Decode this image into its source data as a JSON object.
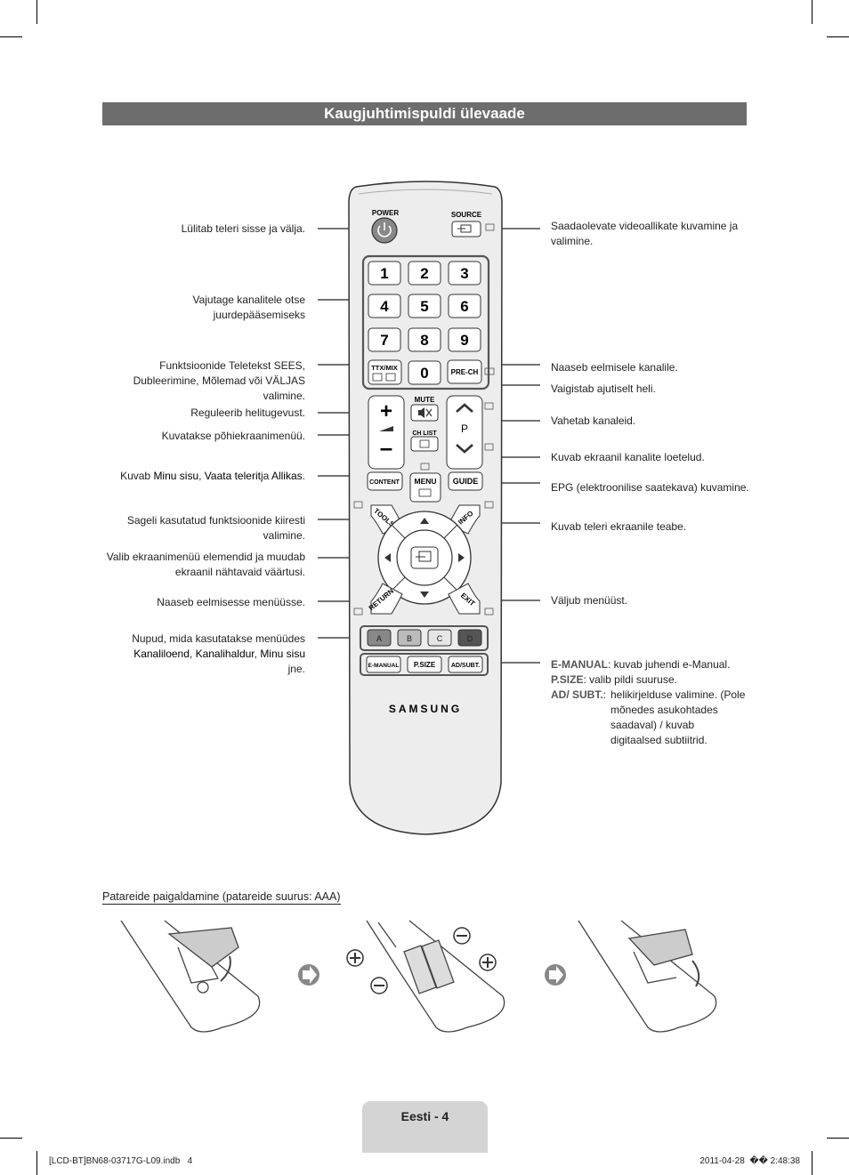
{
  "title": "Kaugjuhtimispuldi ülevaade",
  "remote": {
    "power": "POWER",
    "source": "SOURCE",
    "digits": [
      "1",
      "2",
      "3",
      "4",
      "5",
      "6",
      "7",
      "8",
      "9",
      "0"
    ],
    "ttx_mix": "TTX/MIX",
    "pre_ch": "PRE-CH",
    "mute": "MUTE",
    "ch_list": "CH LIST",
    "p": "P",
    "content": "CONTENT",
    "menu": "MENU",
    "guide": "GUIDE",
    "tools": "TOOLS",
    "info": "INFO",
    "return": "RETURN",
    "exit": "EXIT",
    "colors": [
      "A",
      "B",
      "C",
      "D"
    ],
    "e_manual": "E-MANUAL",
    "p_size": "P.SIZE",
    "ad_subt": "AD/SUBT.",
    "brand": "SAMSUNG"
  },
  "left_labels": {
    "power": "Lülitab teleri sisse ja välja.",
    "digits_1": "Vajutage kanalitele otse",
    "digits_2": "juurdepääsemiseks",
    "ttx_1": "Funktsioonide Teletekst SEES,",
    "ttx_2": "Dubleerimine, Mõlemad või VÄLJAS",
    "ttx_3": "valimine.",
    "volume": "Reguleerib helitugevust.",
    "menu": "Kuvatakse põhiekraanimenüü.",
    "content_pre": "Kuvab ",
    "content_a": "Minu sisu",
    "content_sep1": ", ",
    "content_b": "Vaata telerit",
    "content_sep2": "ja ",
    "content_c": "Allikas",
    "content_end": ".",
    "tools_1": "Sageli kasutatud funktsioonide kiiresti",
    "tools_2": "valimine.",
    "nav_1": "Valib ekraanimenüü elemendid ja muudab",
    "nav_2": "ekraanil nähtavaid väärtusi.",
    "return": "Naaseb eelmisesse menüüsse.",
    "color_1": "Nupud, mida kasutatakse menüüdes",
    "color_a": "Kanaliloend",
    "color_sep1": ", ",
    "color_b": "Kanalihaldur",
    "color_sep2": ", ",
    "color_c": "Minu sisu",
    "color_3": "jne."
  },
  "right_labels": {
    "source_1": "Saadaolevate videoallikate kuvamine ja",
    "source_2": "valimine.",
    "pre_ch": "Naaseb eelmisele kanalile.",
    "mute": "Vaigistab ajutiselt heli.",
    "channel": "Vahetab kanaleid.",
    "ch_list": "Kuvab ekraanil kanalite loetelud.",
    "guide": "EPG (elektroonilise saatekava) kuvamine.",
    "info": "Kuvab teleri ekraanile teabe.",
    "exit": "Väljub menüüst.",
    "e_manual_k": "E-MANUAL",
    "e_manual_v": ": kuvab juhendi e-Manual.",
    "p_size_k": "P.SIZE",
    "p_size_v": ": valib pildi suuruse.",
    "ad_k": "AD/ SUBT.",
    "ad_v": ":",
    "ad_1": "helikirjelduse valimine. (Pole",
    "ad_2": "mõnedes asukohtades",
    "ad_3": "saadaval) / kuvab",
    "ad_4": "digitaalsed subtiitrid."
  },
  "battery_title": "Patareide paigaldamine (patareide suurus: AAA)",
  "page_label": "Eesti - 4",
  "footer_left_file": "[LCD-BT]BN68-03717G-L09.indb",
  "footer_left_page": "4",
  "footer_right_date": "2011-04-28",
  "footer_right_sep": "�� ",
  "footer_right_time": "2:48:38"
}
